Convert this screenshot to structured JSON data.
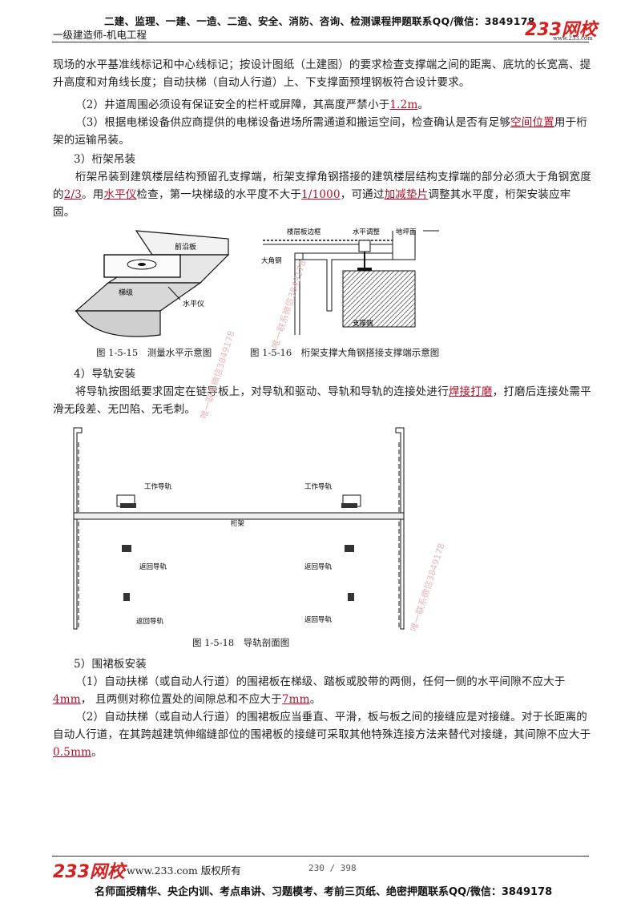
{
  "header": {
    "top_line": "二建、监理、一建、一造、二造、安全、消防、咨询、检测课程押题联系QQ/微信：3849178",
    "sub_line": "一级建造师-机电工程",
    "logo_text": "233网校",
    "logo_url": "www.233.com"
  },
  "body": {
    "p1": "现场的水平基准线标记和中心线标记；按设计图纸（土建图）的要求检查支撑端之间的距离、底坑的长宽高、提升高度和对角线长度；自动扶梯（自动人行道）上、下支撑面预埋钢板符合设计要求。",
    "p2_a": "（2）井道周围必须设有保证安全的栏杆或屏障，其高度严禁小于",
    "p2_hl": "1.2m",
    "p2_b": "。",
    "p3_a": "（3）根据电梯设备供应商提供的电梯设备进场所需通道和搬运空间，检查确认是否有足够",
    "p3_hl": "空间位置",
    "p3_b": "用于桁架的运输吊装。",
    "s3_title": "3）桁架吊装",
    "p4_a": "桁架吊装到建筑楼层结构预留孔支撑端，桁架支撑角钢搭接的建筑楼层结构支撑端的部分必须大于角钢宽度的",
    "p4_hl1": "2/3",
    "p4_b": "。用",
    "p4_hl2": "水平仪",
    "p4_c": "检查，第一块梯级的水平度不大于",
    "p4_hl3": "1/1000",
    "p4_d": "，可通过",
    "p4_hl4": "加减垫片",
    "p4_e": "调整其水平度，桁架安装应牢固。",
    "s4_title": "4）导轨安装",
    "p5_a": "将导轨按图纸要求固定在链导板上，对导轨和驱动、导轨和导轨的连接处进行",
    "p5_hl": "焊接打磨",
    "p5_b": "，打磨后连接处需平滑无段差、无凹陷、无毛刺。",
    "s5_title": "5）围裙板安装",
    "p6_a": "（1）自动扶梯（或自动人行道）的围裙板在梯级、踏板或胶带的两侧，任何一侧的水平间隙不应大于",
    "p6_hl1": "4mm",
    "p6_b": "， 且两侧对称位置处的间隙总和不应大于",
    "p6_hl2": "7mm",
    "p6_c": "。",
    "p7_a": "（2）自动扶梯（或自动人行道）的围裙板应当垂直、平滑，板与板之间的接缝应是对接缝。对于长距离的自动人行道，在其跨越建筑伸缩缝部位的围裙板的接缝可采取其他特殊连接方法来替代对接缝，其间隙不应大于",
    "p7_hl": "0.5mm",
    "p7_b": "。"
  },
  "figures": {
    "fig15": {
      "caption": "图 1-5-15　测量水平示意图",
      "labels": {
        "front": "前沿板",
        "step": "梯级",
        "level": "水平仪"
      }
    },
    "fig16": {
      "caption": "图 1-5-16　桁架支撑大角钢搭接支撑端示意图",
      "labels": {
        "edge": "楼层板边框",
        "adjust": "水平调整",
        "floor": "地坪面",
        "angle": "大角钢",
        "support": "支撑端"
      }
    },
    "fig18": {
      "caption": "图 1-5-18　导轨剖面图",
      "labels": {
        "work_l": "工作导轨",
        "work_r": "工作导轨",
        "truss": "桁架",
        "ret_l1": "返回导轨",
        "ret_r1": "返回导轨",
        "ret_l2": "返回导轨",
        "ret_r2": "返回导轨"
      }
    }
  },
  "watermarks": {
    "w1": "唯一联系微信3849178",
    "w2": "唯一联系微信3849178",
    "w3": "唯一联系微信3849178"
  },
  "footer": {
    "logo_text": "233网校",
    "copyright": "www.233.com 版权所有",
    "page": "230 / 398",
    "bottom_line": "名师面授精华、央企内训、考点串讲、习题模考、考前三页纸、绝密押题联系QQ/微信：3849178"
  },
  "colors": {
    "highlight": "#b0102a",
    "brand": "#d42020"
  }
}
